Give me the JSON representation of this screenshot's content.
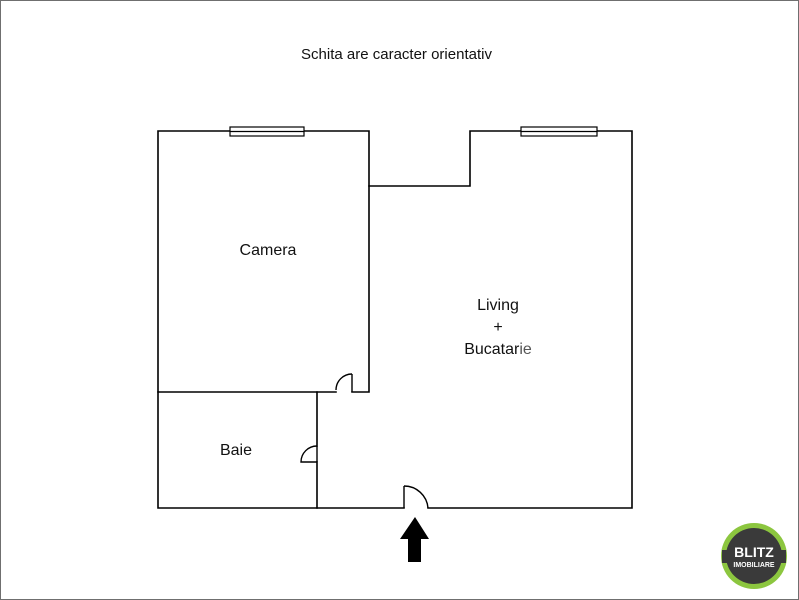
{
  "title": "Schita are caracter orientativ",
  "rooms": {
    "camera": "Camera",
    "living_line1": "Living",
    "living_line2": "+",
    "living_line3a": "Bucatar",
    "living_line3b": "ie",
    "baie": "Baie"
  },
  "logo": {
    "line1": "BLITZ",
    "line2": "IMOBILIARE",
    "ring_color": "#8cc63f",
    "inner_color": "#3a3a3a"
  },
  "colors": {
    "wall": "#000000",
    "arrow": "#000000",
    "frame": "#6f6f6f"
  },
  "icons": {
    "entrance": "entrance-arrow-icon"
  }
}
